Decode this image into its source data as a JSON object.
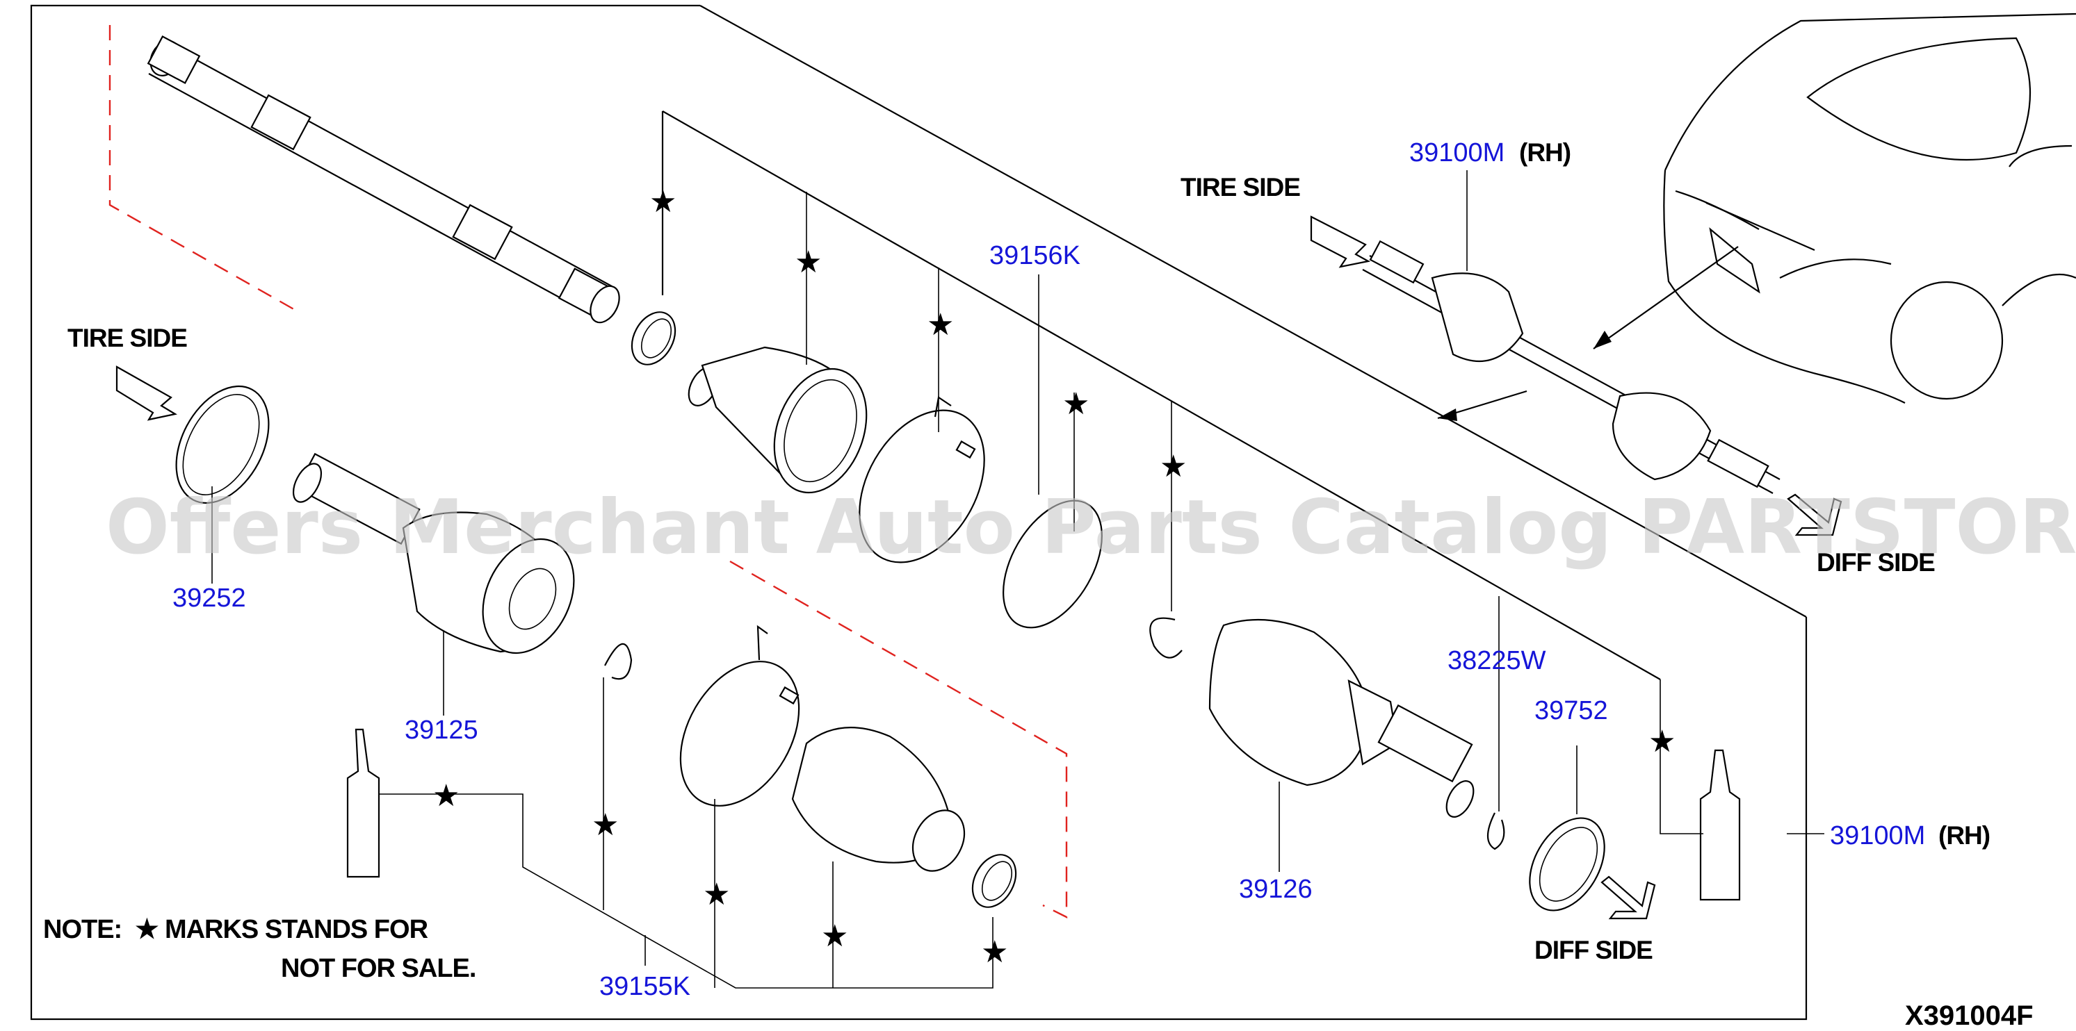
{
  "part_numbers": {
    "p39100m_top": "39100M",
    "p39100m_right": "39100M",
    "p39156k": "39156K",
    "p39252": "39252",
    "p39125": "39125",
    "p39126": "39126",
    "p38225w": "38225W",
    "p39752": "39752",
    "p39155k": "39155K"
  },
  "labels": {
    "rh_top": "(RH)",
    "rh_right": "(RH)",
    "tire_side_left": "TIRE SIDE",
    "tire_side_right": "TIRE SIDE",
    "diff_side_right": "DIFF SIDE",
    "diff_side_bottom": "DIFF SIDE"
  },
  "note": {
    "line1": "NOTE:  ★ MARKS STANDS FOR",
    "line2": "NOT FOR SALE."
  },
  "diagram_code": "X391004F",
  "watermark": "Offers Merchant Auto Parts Catalog PARTSTORE.SA",
  "star_symbol": "★"
}
